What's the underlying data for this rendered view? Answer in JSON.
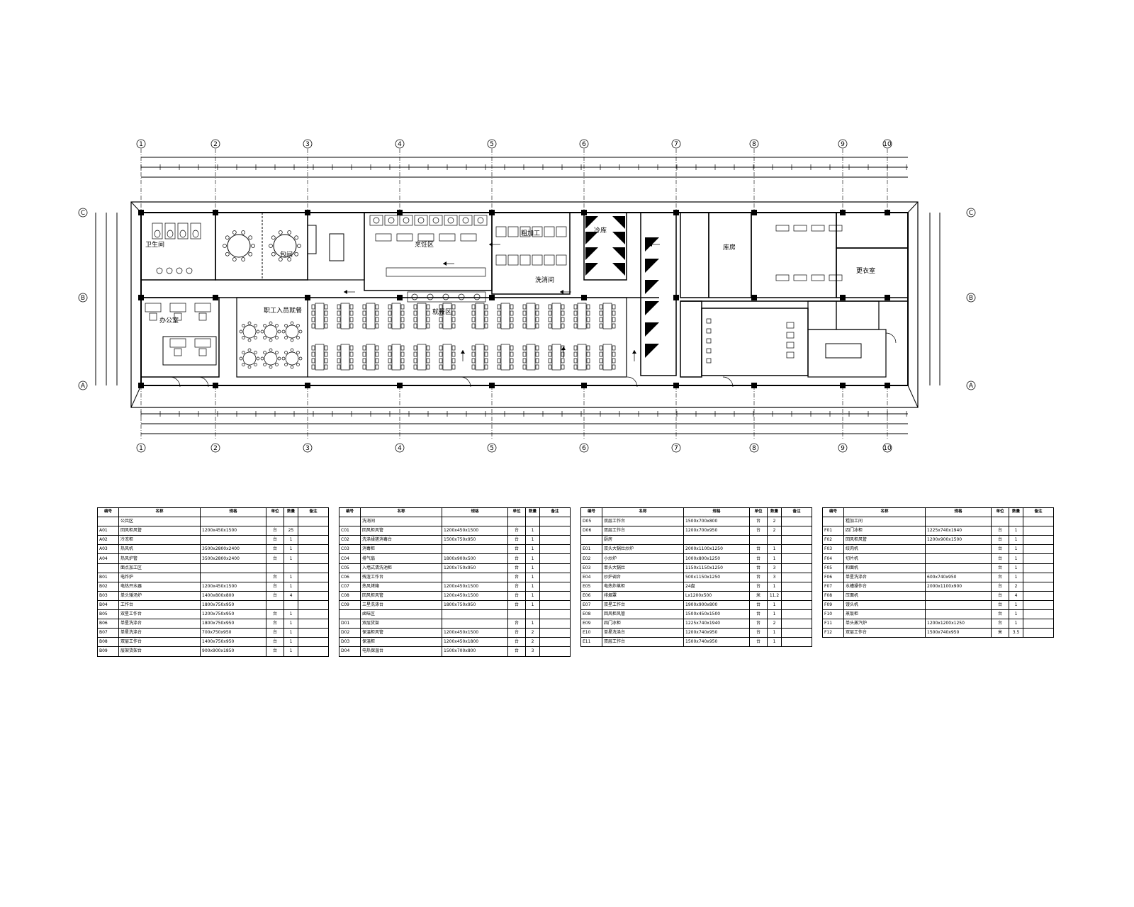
{
  "plan": {
    "grid_labels": [
      "1",
      "2",
      "3",
      "4",
      "5",
      "6",
      "7",
      "8",
      "9",
      "10"
    ],
    "row_labels": [
      "C",
      "B",
      "A"
    ],
    "room_labels": {
      "dining_hall": "就餐区",
      "private_room": "包间",
      "vip_dining": "职工入员就餐",
      "office": "办公室",
      "kitchen": "烹饪区",
      "prep": "粗加工",
      "cold_room": "冷库",
      "wash": "洗消间",
      "storage": "库房",
      "staff": "更衣室",
      "toilet": "卫生间"
    }
  },
  "tables": [
    {
      "headers": [
        "编号",
        "名称",
        "规格",
        "单位",
        "数量",
        "备注"
      ],
      "rows": [
        [
          "",
          "公共区",
          "",
          "",
          "",
          ""
        ],
        [
          "A01",
          "回风柜风管",
          "1200x450x1500",
          "台",
          "25",
          ""
        ],
        [
          "A02",
          "冷冻柜",
          "",
          "台",
          "1",
          ""
        ],
        [
          "A03",
          "热风机",
          "3500x2800x2400",
          "台",
          "1",
          ""
        ],
        [
          "A04",
          "热风炉管",
          "3500x2800x2400",
          "台",
          "1",
          ""
        ],
        [
          "",
          "面点加工区",
          "",
          "",
          "",
          ""
        ],
        [
          "B01",
          "电炸炉",
          "",
          "台",
          "1",
          ""
        ],
        [
          "B02",
          "电热开水器",
          "1200x450x1500",
          "台",
          "1",
          ""
        ],
        [
          "B03",
          "单头矮汤炉",
          "1400x800x800",
          "台",
          "4",
          ""
        ],
        [
          "B04",
          "工作台",
          "1800x750x950",
          "",
          "",
          ""
        ],
        [
          "B05",
          "双星工作台",
          "1200x750x950",
          "台",
          "1",
          ""
        ],
        [
          "B06",
          "单星洗涤台",
          "1800x750x950",
          "台",
          "1",
          ""
        ],
        [
          "B07",
          "单星洗涤台",
          "700x750x950",
          "台",
          "1",
          ""
        ],
        [
          "B08",
          "双层工作台",
          "1400x750x950",
          "台",
          "1",
          ""
        ],
        [
          "B09",
          "层架货架台",
          "900x900x1850",
          "台",
          "1",
          ""
        ]
      ]
    },
    {
      "headers": [
        "编号",
        "名称",
        "规格",
        "单位",
        "数量",
        "备注"
      ],
      "rows": [
        [
          "",
          "洗消间",
          "",
          "",
          "",
          ""
        ],
        [
          "C01",
          "回风柜风管",
          "1200x450x1500",
          "台",
          "1",
          ""
        ],
        [
          "C02",
          "洗涤揉搓消毒台",
          "1500x750x950",
          "台",
          "1",
          ""
        ],
        [
          "C03",
          "消毒柜",
          "",
          "台",
          "1",
          ""
        ],
        [
          "C04",
          "排气扇",
          "1800x900x500",
          "台",
          "1",
          ""
        ],
        [
          "C05",
          "入墙式清洗池柜",
          "1200x750x950",
          "台",
          "1",
          ""
        ],
        [
          "C06",
          "残渣工作台",
          "",
          "台",
          "1",
          ""
        ],
        [
          "C07",
          "热风烤箱",
          "1200x450x1500",
          "台",
          "1",
          ""
        ],
        [
          "C08",
          "回风柜风管",
          "1200x450x1500",
          "台",
          "1",
          ""
        ],
        [
          "C09",
          "三星洗涤台",
          "1800x750x950",
          "台",
          "1",
          ""
        ],
        [
          "",
          "卤味区",
          "",
          "",
          "",
          ""
        ],
        [
          "D01",
          "双层货架",
          "",
          "台",
          "1",
          ""
        ],
        [
          "D02",
          "保温柜风管",
          "1200x450x1500",
          "台",
          "2",
          ""
        ],
        [
          "D03",
          "保温柜",
          "1200x450x1800",
          "台",
          "2",
          ""
        ],
        [
          "D04",
          "电热保温台",
          "1500x700x800",
          "台",
          "3",
          ""
        ]
      ]
    },
    {
      "headers": [
        "编号",
        "名称",
        "规格",
        "单位",
        "数量",
        "备注"
      ],
      "rows": [
        [
          "D05",
          "双层工作台",
          "1500x700x800",
          "台",
          "2",
          ""
        ],
        [
          "D06",
          "双层工作台",
          "1200x700x950",
          "台",
          "2",
          ""
        ],
        [
          "",
          "厨房",
          "",
          "",
          "",
          ""
        ],
        [
          "E01",
          "双头大锅灶炒炉",
          "2000x1100x1250",
          "台",
          "1",
          ""
        ],
        [
          "E02",
          "小炒炉",
          "1000x800x1250",
          "台",
          "1",
          ""
        ],
        [
          "E03",
          "单头大锅灶",
          "1150x1150x1250",
          "台",
          "3",
          ""
        ],
        [
          "E04",
          "炒炉调台",
          "500x1150x1250",
          "台",
          "3",
          ""
        ],
        [
          "E05",
          "电热炸蒸柜",
          "24盘",
          "台",
          "1",
          ""
        ],
        [
          "E06",
          "排烟罩",
          "Lx1200x500",
          "米",
          "11.2",
          ""
        ],
        [
          "E07",
          "双星工作台",
          "1900x900x800",
          "台",
          "1",
          ""
        ],
        [
          "E08",
          "回风柜风管",
          "1500x450x1500",
          "台",
          "1",
          ""
        ],
        [
          "E09",
          "四门冰柜",
          "1225x740x1940",
          "台",
          "2",
          ""
        ],
        [
          "E10",
          "单星洗涤台",
          "1200x740x950",
          "台",
          "1",
          ""
        ],
        [
          "E11",
          "双层工作台",
          "1500x740x950",
          "台",
          "1",
          ""
        ]
      ]
    },
    {
      "headers": [
        "编号",
        "名称",
        "规格",
        "单位",
        "数量",
        "备注"
      ],
      "rows": [
        [
          "",
          "粗加工间",
          "",
          "",
          "",
          ""
        ],
        [
          "F01",
          "四门冰柜",
          "1225x740x1940",
          "台",
          "1",
          ""
        ],
        [
          "F02",
          "回风柜风管",
          "1200x900x1500",
          "台",
          "1",
          ""
        ],
        [
          "F03",
          "绞肉机",
          "",
          "台",
          "1",
          ""
        ],
        [
          "F04",
          "切片机",
          "",
          "台",
          "1",
          ""
        ],
        [
          "F05",
          "和面机",
          "",
          "台",
          "1",
          ""
        ],
        [
          "F06",
          "单星洗涤台",
          "600x740x950",
          "台",
          "1",
          ""
        ],
        [
          "F07",
          "水槽操作台",
          "2000x1100x900",
          "台",
          "2",
          ""
        ],
        [
          "F08",
          "压面机",
          "",
          "台",
          "4",
          ""
        ],
        [
          "F09",
          "馒头机",
          "",
          "台",
          "1",
          ""
        ],
        [
          "F10",
          "蒸饭柜",
          "",
          "台",
          "1",
          ""
        ],
        [
          "F11",
          "单头蒸汽炉",
          "1200x1200x1250",
          "台",
          "1",
          ""
        ],
        [
          "F12",
          "双层工作台",
          "1500x740x950",
          "米",
          "3.5",
          ""
        ]
      ]
    }
  ]
}
